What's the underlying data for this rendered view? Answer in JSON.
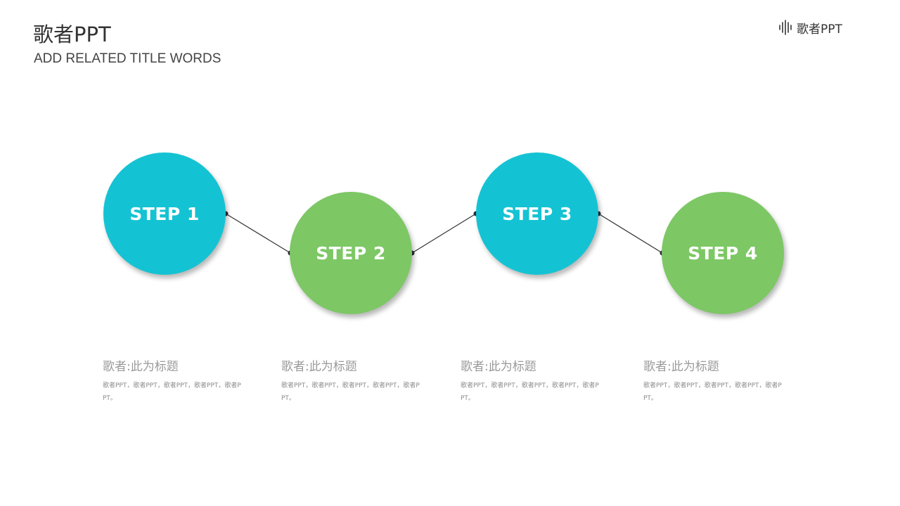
{
  "header": {
    "title": "歌者PPT",
    "subtitle": "ADD RELATED TITLE WORDS"
  },
  "brand": {
    "icon": "microphone-wave-icon",
    "text": "歌者PPT"
  },
  "colors": {
    "teal": "#14C3D3",
    "green": "#7DC765",
    "connector": "#333333"
  },
  "steps": [
    {
      "label": "STEP 1",
      "color": "#14C3D3",
      "desc_title": "歌者:此为标题",
      "desc_body": "歌者PPT，歌者PPT，歌者PPT，歌者PPT，歌者PPT。"
    },
    {
      "label": "STEP 2",
      "color": "#7DC765",
      "desc_title": "歌者:此为标题",
      "desc_body": "歌者PPT，歌者PPT，歌者PPT，歌者PPT，歌者PPT。"
    },
    {
      "label": "STEP 3",
      "color": "#14C3D3",
      "desc_title": "歌者:此为标题",
      "desc_body": "歌者PPT，歌者PPT，歌者PPT，歌者PPT，歌者PPT。"
    },
    {
      "label": "STEP 4",
      "color": "#7DC765",
      "desc_title": "歌者:此为标题",
      "desc_body": "歌者PPT，歌者PPT，歌者PPT，歌者PPT，歌者PPT。"
    }
  ]
}
